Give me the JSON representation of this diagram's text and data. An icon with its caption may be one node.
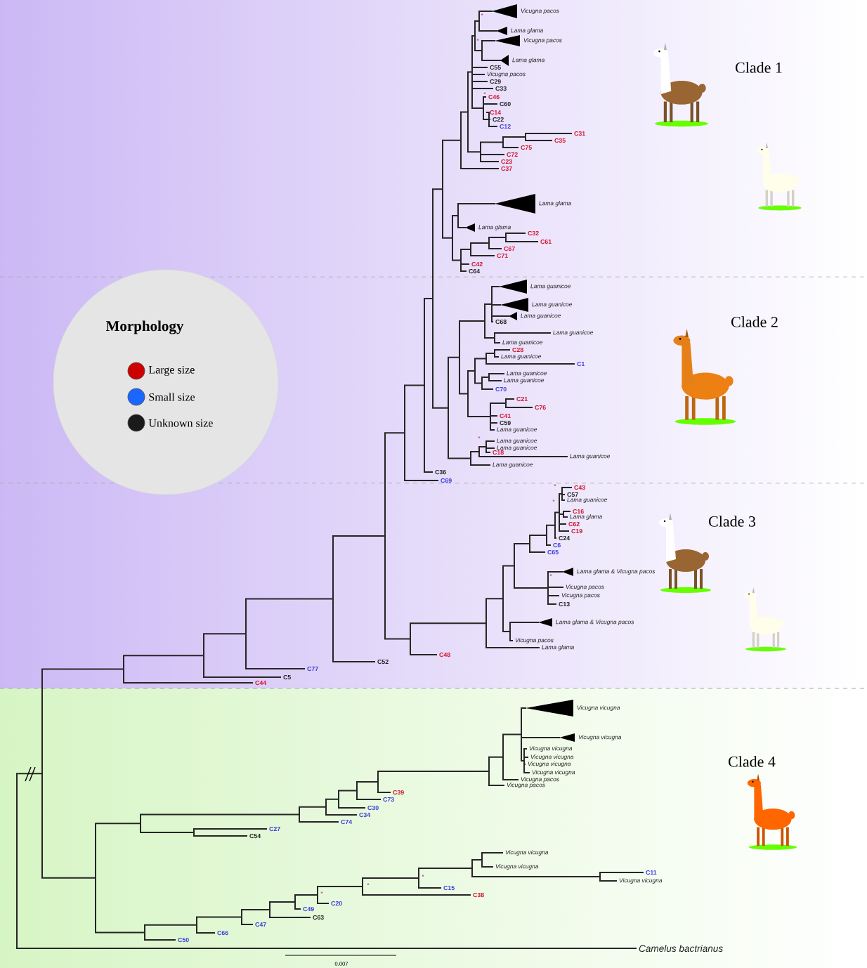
{
  "diagram": {
    "labels": [
      "Vicugna pacos",
      "*",
      "Lama glama",
      "Vicugna pacos",
      "*",
      "Lama glama",
      "Clade 1",
      "C55",
      "Vicugna pacos",
      "C29",
      "C33",
      "*",
      "C46",
      "C60",
      "C14",
      "C22",
      "C12",
      "C31",
      "C35",
      "C75",
      "C72",
      "C23",
      "C37",
      "Lama glama",
      "Lama glama",
      "C32",
      "C61",
      "C67",
      "C71",
      "C42",
      "C64",
      "Lama guanicoe",
      "Lama guanicoe",
      "Lama guanicoe",
      "Clade 2",
      "C68",
      "Morphology",
      "Lama guanicoe",
      "Lama guanicoe",
      "C28",
      "Lama guanicoe",
      "C1",
      "Lama guanicoe",
      "Lama guanicoe",
      "C70",
      "C21",
      "C76",
      "C41",
      "C59",
      "Lama guanicoe",
      "*",
      "Lama guanicoe",
      "Lama guanicoe",
      "C18",
      "Lama guanicoe",
      "Lama guanicoe",
      "C36",
      "C69",
      "*",
      "C43",
      "C57",
      "*",
      "Lama guanicoe",
      "C16",
      "Lama glama",
      "Clade 3",
      "C62",
      "C19",
      "C24",
      "C6",
      "C65",
      "Lama glama & Vicugna pacos",
      "*",
      "Vicugna pacos",
      "Vicugna pacos",
      "C13",
      "Lama glama & Vicugna pacos",
      "Vicugna pacos",
      "Lama glama",
      "C48",
      "C52",
      "C77",
      "C5",
      "C44",
      "Vicugna vicugna",
      "Vicugna vicugna",
      "Vicugna vicugna",
      "Vicugna vicugna",
      "Clade 4",
      "Vicugna vicugna",
      "Vicugna vicugna",
      "Vicugna pacos",
      "Vicugna pacos",
      "C39",
      "C73",
      "C30",
      "C34",
      "C74",
      "C27",
      "C54",
      "Vicugna vicugna",
      "Vicugna vicugna",
      "C11",
      "Vicugna vicugna",
      "*",
      "C15",
      "*",
      "C38",
      "*",
      "C20",
      "C49",
      "C63",
      "C47",
      "C66",
      "C50",
      "Camelus bactrianus",
      "0.007"
    ],
    "legend": [
      {
        "text": "Large size",
        "color": "#cc0000"
      },
      {
        "text": "Small size",
        "color": "#1a66ff"
      },
      {
        "text": "Unknown size",
        "color": "#1a1a1a"
      }
    ]
  }
}
